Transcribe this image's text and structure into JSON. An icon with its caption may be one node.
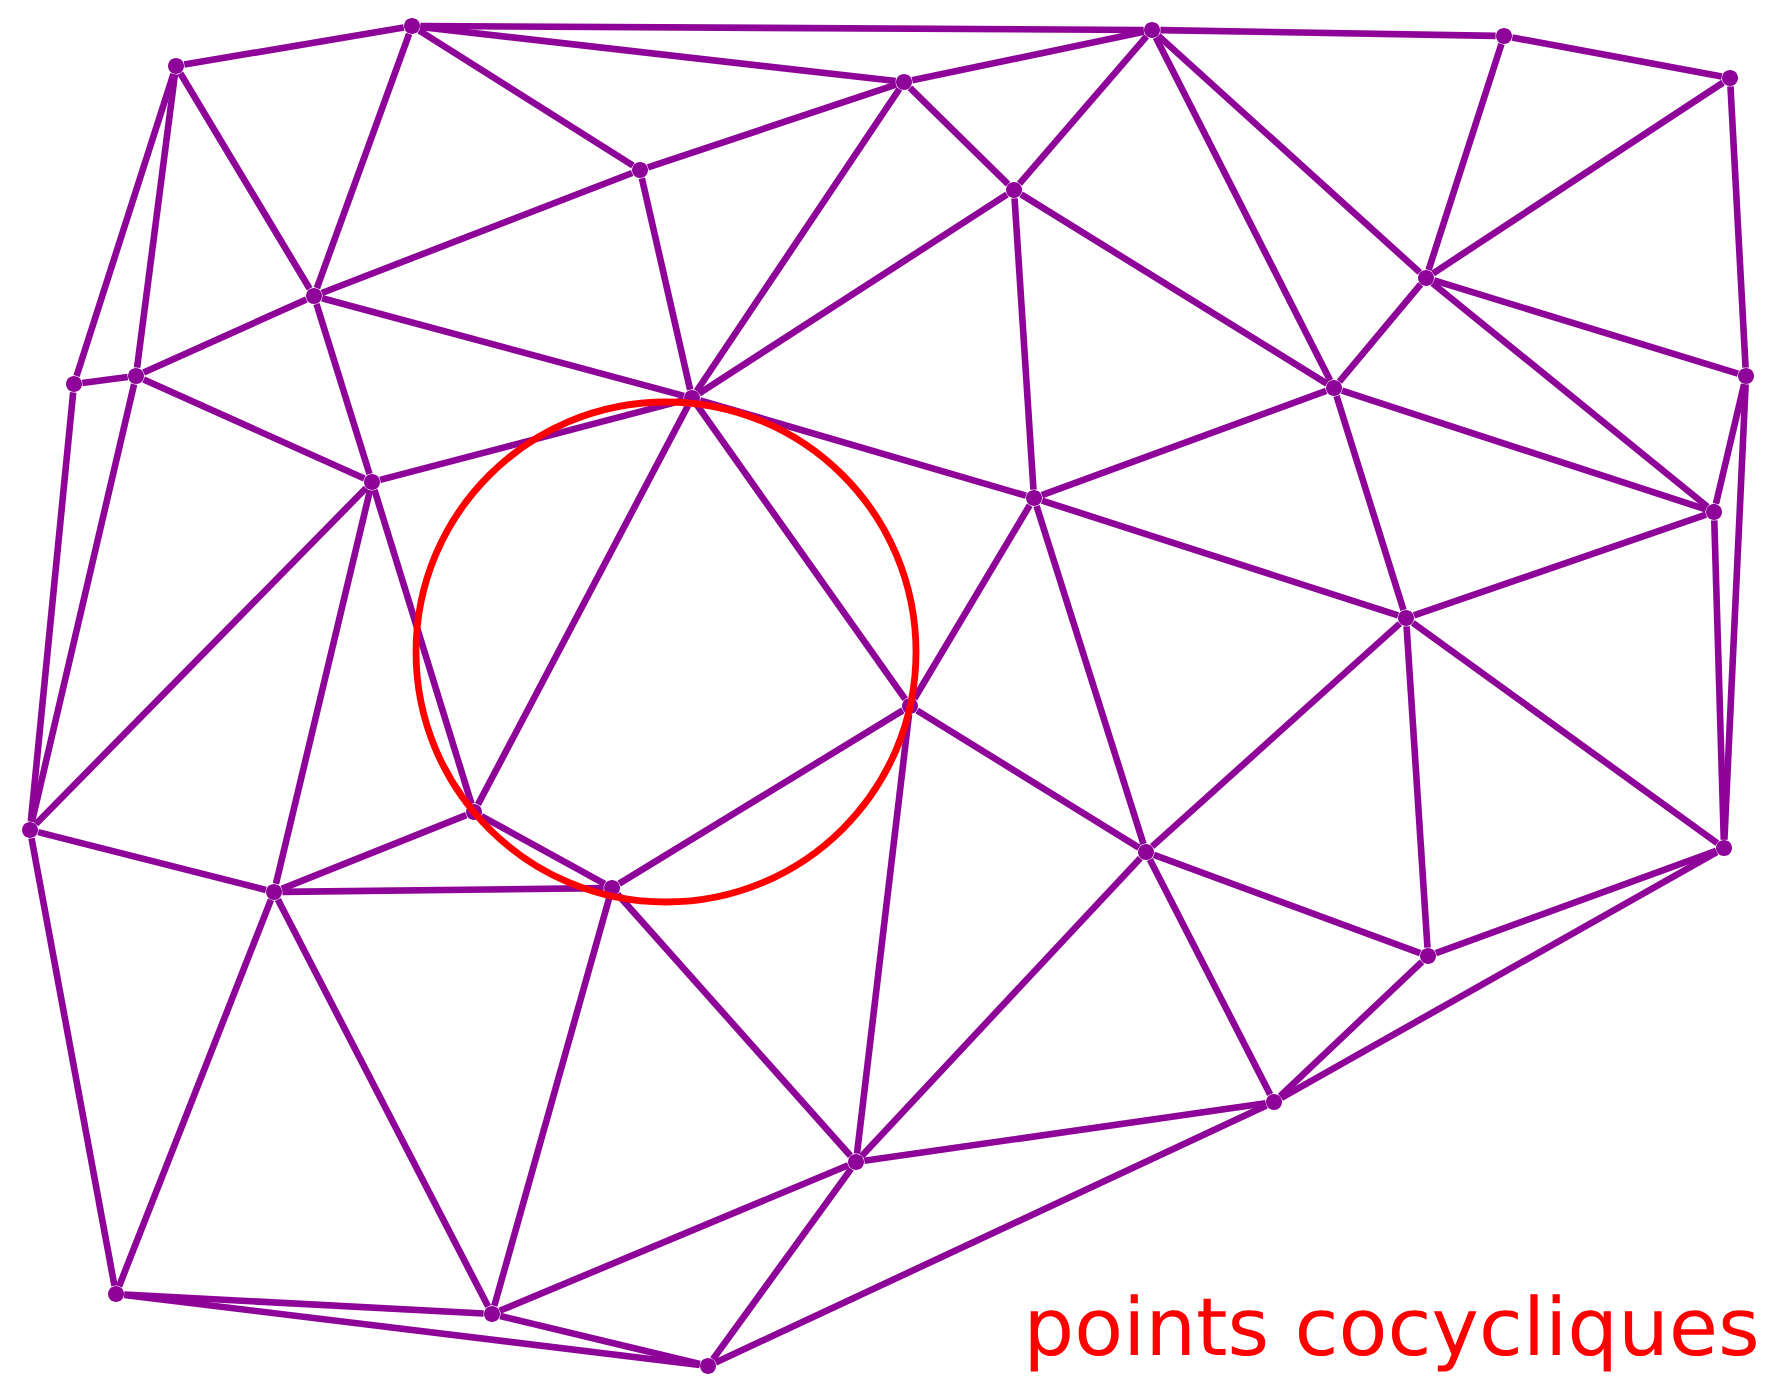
{
  "diagram": {
    "nodes": [
      {
        "text": [],
        "shape": "circle"
      },
      {
        "text": [],
        "shape": "circle"
      },
      {
        "text": [],
        "shape": "circle"
      },
      {
        "text": [],
        "shape": "circle"
      },
      {
        "text": [],
        "shape": "circle"
      },
      {
        "text": [],
        "shape": "circle"
      },
      {
        "text": [],
        "shape": "circle"
      },
      {
        "text": [],
        "shape": "circle"
      },
      {
        "text": [],
        "shape": "circle"
      },
      {
        "text": [],
        "shape": "circle"
      },
      {
        "text": [],
        "shape": "circle"
      },
      {
        "text": [],
        "shape": "circle"
      },
      {
        "text": [],
        "shape": "circle"
      },
      {
        "text": [],
        "shape": "circle"
      },
      {
        "text": [],
        "shape": "circle"
      },
      {
        "text": [],
        "shape": "circle"
      },
      {
        "text": [],
        "shape": "circle"
      },
      {
        "text": [],
        "shape": "circle"
      },
      {
        "text": [],
        "shape": "circle"
      },
      {
        "text": [],
        "shape": "circle"
      },
      {
        "text": [],
        "shape": "circle"
      },
      {
        "text": [],
        "shape": "circle"
      },
      {
        "text": [],
        "shape": "circle"
      },
      {
        "text": [],
        "shape": "circle"
      },
      {
        "text": [],
        "shape": "circle"
      },
      {
        "text": [],
        "shape": "circle"
      },
      {
        "text": [],
        "shape": "circle"
      },
      {
        "text": [],
        "shape": "circle"
      },
      {
        "text": [],
        "shape": "circle"
      },
      {
        "text": [],
        "shape": "circle"
      },
      {
        "text": [],
        "shape": "circle"
      },
      {
        "text": [],
        "shape": "circle"
      }
    ],
    "edges": [
      {
        "from": 0,
        "to": 1,
        "arrow": "none"
      },
      {
        "from": 1,
        "to": 2,
        "arrow": "none"
      },
      {
        "from": 1,
        "to": 5,
        "arrow": "none"
      },
      {
        "from": 0,
        "to": 10,
        "arrow": "none"
      },
      {
        "from": 0,
        "to": 11,
        "arrow": "none"
      },
      {
        "from": 0,
        "to": 8,
        "arrow": "none"
      },
      {
        "from": 1,
        "to": 8,
        "arrow": "none"
      },
      {
        "from": 1,
        "to": 6,
        "arrow": "none"
      },
      {
        "from": 6,
        "to": 5,
        "arrow": "none"
      },
      {
        "from": 6,
        "to": 8,
        "arrow": "none"
      },
      {
        "from": 6,
        "to": 12,
        "arrow": "none"
      },
      {
        "from": 8,
        "to": 12,
        "arrow": "none"
      },
      {
        "from": 8,
        "to": 11,
        "arrow": "none"
      },
      {
        "from": 8,
        "to": 15,
        "arrow": "none"
      },
      {
        "from": 10,
        "to": 11,
        "arrow": "none"
      },
      {
        "from": 11,
        "to": 15,
        "arrow": "none"
      },
      {
        "from": 10,
        "to": 20,
        "arrow": "none"
      },
      {
        "from": 11,
        "to": 20,
        "arrow": "none"
      },
      {
        "from": 15,
        "to": 12,
        "arrow": "none"
      },
      {
        "from": 5,
        "to": 12,
        "arrow": "none"
      },
      {
        "from": 12,
        "to": 7,
        "arrow": "none"
      },
      {
        "from": 12,
        "to": 16,
        "arrow": "none"
      },
      {
        "from": 12,
        "to": 21,
        "arrow": "none"
      },
      {
        "from": 12,
        "to": 19,
        "arrow": "none"
      },
      {
        "from": 15,
        "to": 20,
        "arrow": "none"
      },
      {
        "from": 15,
        "to": 24,
        "arrow": "none"
      },
      {
        "from": 15,
        "to": 21,
        "arrow": "none"
      },
      {
        "from": 2,
        "to": 3,
        "arrow": "none"
      },
      {
        "from": 3,
        "to": 4,
        "arrow": "none"
      },
      {
        "from": 5,
        "to": 2,
        "arrow": "none"
      },
      {
        "from": 5,
        "to": 7,
        "arrow": "none"
      },
      {
        "from": 2,
        "to": 7,
        "arrow": "none"
      },
      {
        "from": 2,
        "to": 13,
        "arrow": "none"
      },
      {
        "from": 2,
        "to": 9,
        "arrow": "none"
      },
      {
        "from": 3,
        "to": 9,
        "arrow": "none"
      },
      {
        "from": 4,
        "to": 9,
        "arrow": "none"
      },
      {
        "from": 4,
        "to": 14,
        "arrow": "none"
      },
      {
        "from": 9,
        "to": 13,
        "arrow": "none"
      },
      {
        "from": 9,
        "to": 14,
        "arrow": "none"
      },
      {
        "from": 9,
        "to": 17,
        "arrow": "none"
      },
      {
        "from": 7,
        "to": 13,
        "arrow": "none"
      },
      {
        "from": 7,
        "to": 16,
        "arrow": "none"
      },
      {
        "from": 13,
        "to": 16,
        "arrow": "none"
      },
      {
        "from": 13,
        "to": 17,
        "arrow": "none"
      },
      {
        "from": 13,
        "to": 18,
        "arrow": "none"
      },
      {
        "from": 14,
        "to": 17,
        "arrow": "none"
      },
      {
        "from": 14,
        "to": 22,
        "arrow": "none"
      },
      {
        "from": 17,
        "to": 22,
        "arrow": "none"
      },
      {
        "from": 16,
        "to": 18,
        "arrow": "none"
      },
      {
        "from": 18,
        "to": 17,
        "arrow": "none"
      },
      {
        "from": 16,
        "to": 19,
        "arrow": "none"
      },
      {
        "from": 16,
        "to": 23,
        "arrow": "none"
      },
      {
        "from": 18,
        "to": 23,
        "arrow": "none"
      },
      {
        "from": 18,
        "to": 26,
        "arrow": "none"
      },
      {
        "from": 18,
        "to": 22,
        "arrow": "none"
      },
      {
        "from": 20,
        "to": 24,
        "arrow": "none"
      },
      {
        "from": 24,
        "to": 21,
        "arrow": "none"
      },
      {
        "from": 24,
        "to": 25,
        "arrow": "none"
      },
      {
        "from": 21,
        "to": 25,
        "arrow": "none"
      },
      {
        "from": 25,
        "to": 19,
        "arrow": "none"
      },
      {
        "from": 20,
        "to": 29,
        "arrow": "none"
      },
      {
        "from": 24,
        "to": 29,
        "arrow": "none"
      },
      {
        "from": 24,
        "to": 30,
        "arrow": "none"
      },
      {
        "from": 25,
        "to": 30,
        "arrow": "none"
      },
      {
        "from": 25,
        "to": 28,
        "arrow": "none"
      },
      {
        "from": 28,
        "to": 19,
        "arrow": "none"
      },
      {
        "from": 29,
        "to": 30,
        "arrow": "none"
      },
      {
        "from": 29,
        "to": 31,
        "arrow": "none"
      },
      {
        "from": 30,
        "to": 31,
        "arrow": "none"
      },
      {
        "from": 30,
        "to": 28,
        "arrow": "none"
      },
      {
        "from": 28,
        "to": 31,
        "arrow": "none"
      },
      {
        "from": 31,
        "to": 27,
        "arrow": "none"
      },
      {
        "from": 28,
        "to": 23,
        "arrow": "none"
      },
      {
        "from": 28,
        "to": 27,
        "arrow": "none"
      },
      {
        "from": 23,
        "to": 19,
        "arrow": "none"
      },
      {
        "from": 23,
        "to": 26,
        "arrow": "none"
      },
      {
        "from": 23,
        "to": 27,
        "arrow": "none"
      },
      {
        "from": 26,
        "to": 22,
        "arrow": "none"
      },
      {
        "from": 26,
        "to": 27,
        "arrow": "none"
      },
      {
        "from": 27,
        "to": 22,
        "arrow": "none"
      }
    ],
    "labels": [
      "points cocycliques"
    ]
  }
}
